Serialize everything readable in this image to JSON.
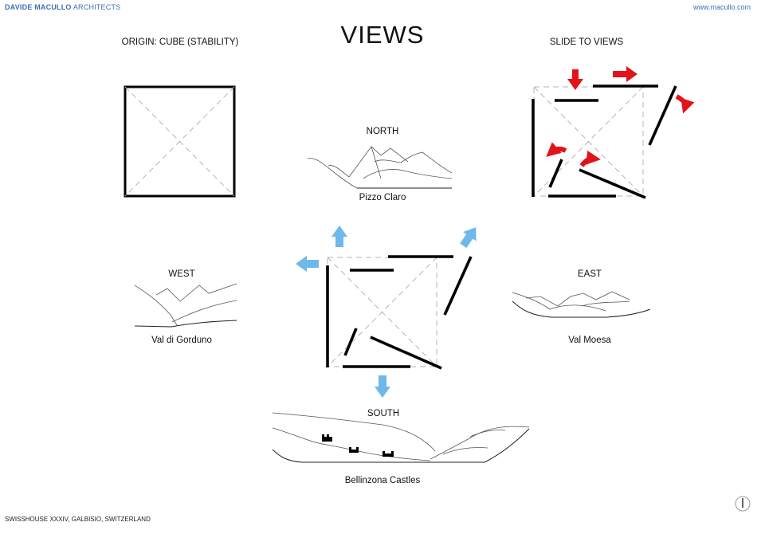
{
  "header": {
    "brand_strong": "DAVIDE MACULLO",
    "brand_light": "ARCHITECTS",
    "url": "www.macullo.com"
  },
  "title": "VIEWS",
  "labels": {
    "origin": "ORIGIN: CUBE (STABILITY)",
    "slide": "SLIDE TO VIEWS",
    "north": "NORTH",
    "north_place": "Pizzo Claro",
    "west": "WEST",
    "west_place": "Val di Gorduno",
    "east": "EAST",
    "east_place": "Val Moesa",
    "south": "SOUTH",
    "south_place": "Bellinzona Castles"
  },
  "footer": "SWISSHOUSE XXXIV, GALBISIO, SWITZERLAND",
  "colors": {
    "brand": "#3d6fb6",
    "slide_arrow": "#e0141b",
    "view_arrow": "#6fb8ea"
  },
  "icons": {
    "compass": "north-arrow-icon"
  }
}
